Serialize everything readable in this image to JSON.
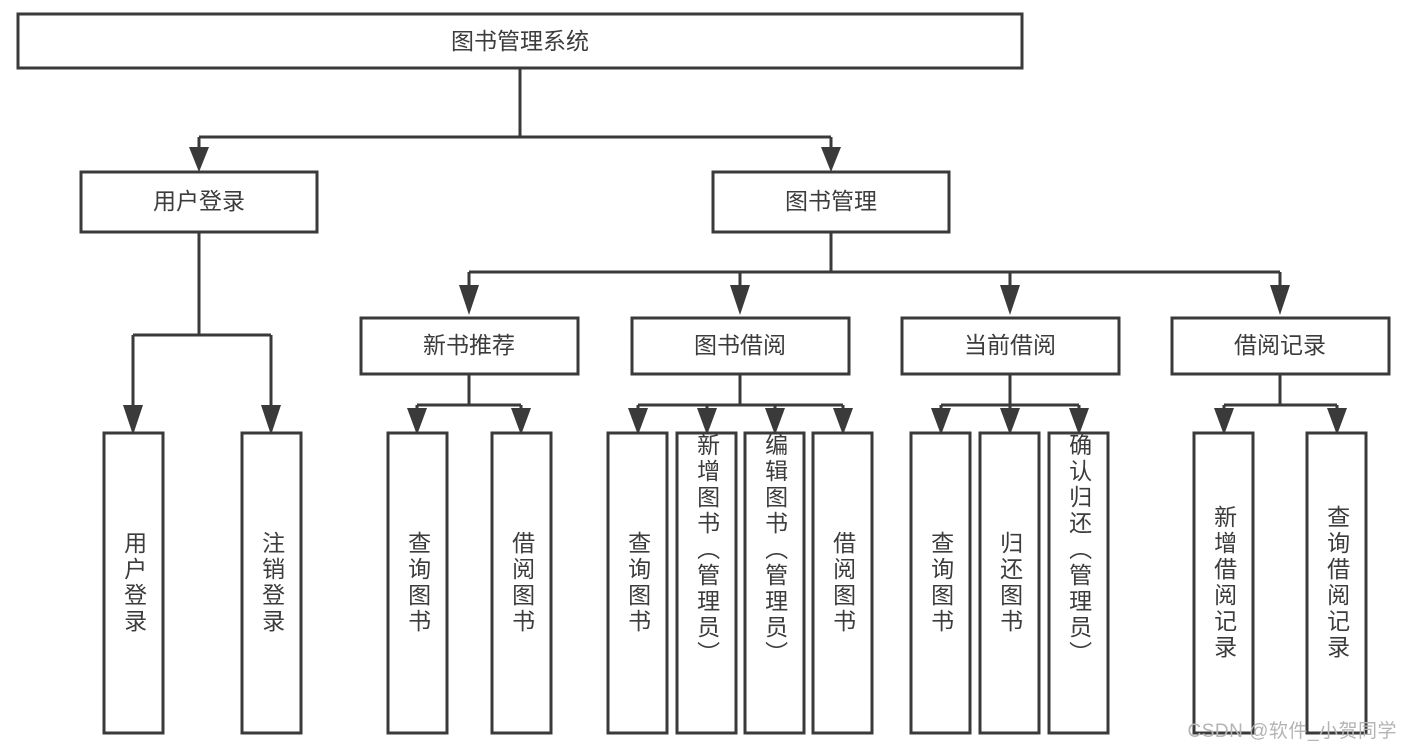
{
  "diagram": {
    "type": "tree-hierarchy-chart",
    "title": "图书管理系统",
    "background_color": "#ffffff",
    "stroke_color": "#3a3a3a",
    "text_color": "#3c3c3c"
  },
  "root": {
    "label": "图书管理系统"
  },
  "level1": [
    {
      "label": "用户登录"
    },
    {
      "label": "图书管理"
    }
  ],
  "level2": [
    {
      "label": "新书推荐"
    },
    {
      "label": "图书借阅"
    },
    {
      "label": "当前借阅"
    },
    {
      "label": "借阅记录"
    }
  ],
  "leaves": {
    "user_login": [
      {
        "label": "用户登录"
      },
      {
        "label": "注销登录"
      }
    ],
    "new_book_recommend": [
      {
        "label": "查询图书"
      },
      {
        "label": "借阅图书"
      }
    ],
    "book_borrow": [
      {
        "label": "查询图书"
      },
      {
        "label": "新增图书（管理员）"
      },
      {
        "label": "编辑图书（管理员）"
      },
      {
        "label": "借阅图书"
      }
    ],
    "current_borrow": [
      {
        "label": "查询图书"
      },
      {
        "label": "归还图书"
      },
      {
        "label": "确认归还（管理员）"
      }
    ],
    "borrow_record": [
      {
        "label": "新增借阅记录"
      },
      {
        "label": "查询借阅记录"
      }
    ]
  },
  "watermark": {
    "text": "CSDN @软件_小贺同学"
  }
}
